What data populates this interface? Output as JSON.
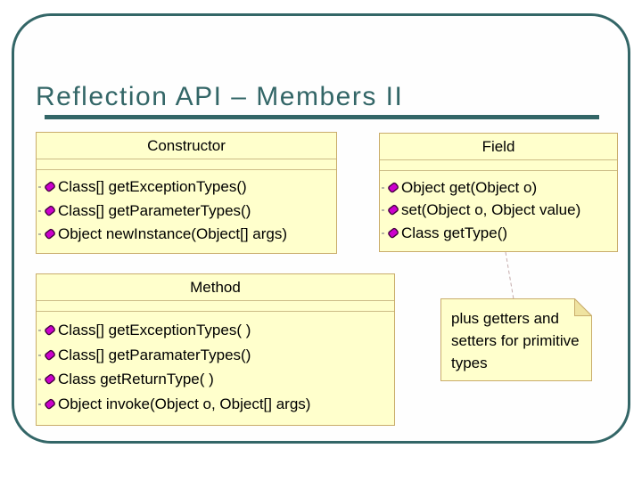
{
  "slide": {
    "title": "Reflection API – Members II",
    "colors": {
      "accent_teal": "#336667",
      "box_fill": "#FFFFCC",
      "box_border": "#C9AC6B",
      "operation_icon_magenta": "#CC00CC",
      "connector_dashed": "#C4ABAB"
    }
  },
  "boxes": [
    {
      "title": "Constructor",
      "operations": [
        "Class[] getExceptionTypes()",
        "Class[] getParameterTypes()",
        "Object newInstance(Object[] args)"
      ]
    },
    {
      "title": "Field",
      "operations": [
        "Object get(Object o)",
        "set(Object o, Object value)",
        "Class getType()"
      ]
    },
    {
      "title": "Method",
      "operations": [
        "Class[] getExceptionTypes( )",
        "Class[] getParamaterTypes()",
        "Class getReturnType( )",
        "Object invoke(Object o, Object[] args)"
      ]
    }
  ],
  "note": {
    "text": "plus getters and setters for primitive types"
  }
}
